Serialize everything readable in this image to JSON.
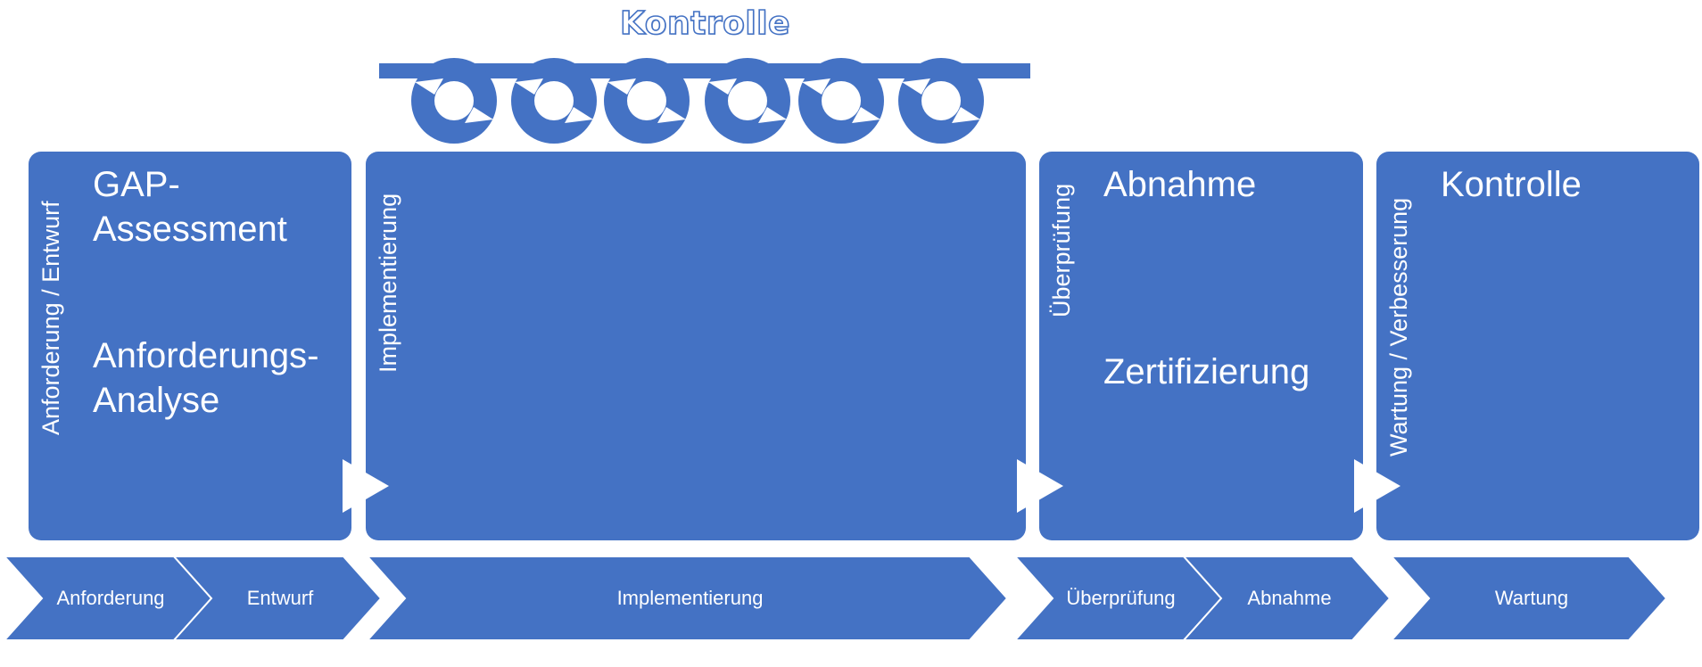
{
  "top_title": "Kontrolle",
  "colors": {
    "accent": "#4472C4",
    "text": "#ffffff"
  },
  "panels": [
    {
      "side_label": "Anforderung / Entwurf",
      "items": [
        "GAP-\nAssessment",
        "Anforderungs-\nAnalyse"
      ]
    },
    {
      "side_label": "Implementierung",
      "items": []
    },
    {
      "side_label": "Überprüfung",
      "items": [
        "Abnahme",
        "Zertifizierung"
      ]
    },
    {
      "side_label": "Wartung / Verbesserung",
      "items": [
        "Kontrolle"
      ]
    }
  ],
  "phases": [
    "Anforderung",
    "Entwurf",
    "Implementierung",
    "Überprüfung",
    "Abnahme",
    "Wartung"
  ]
}
